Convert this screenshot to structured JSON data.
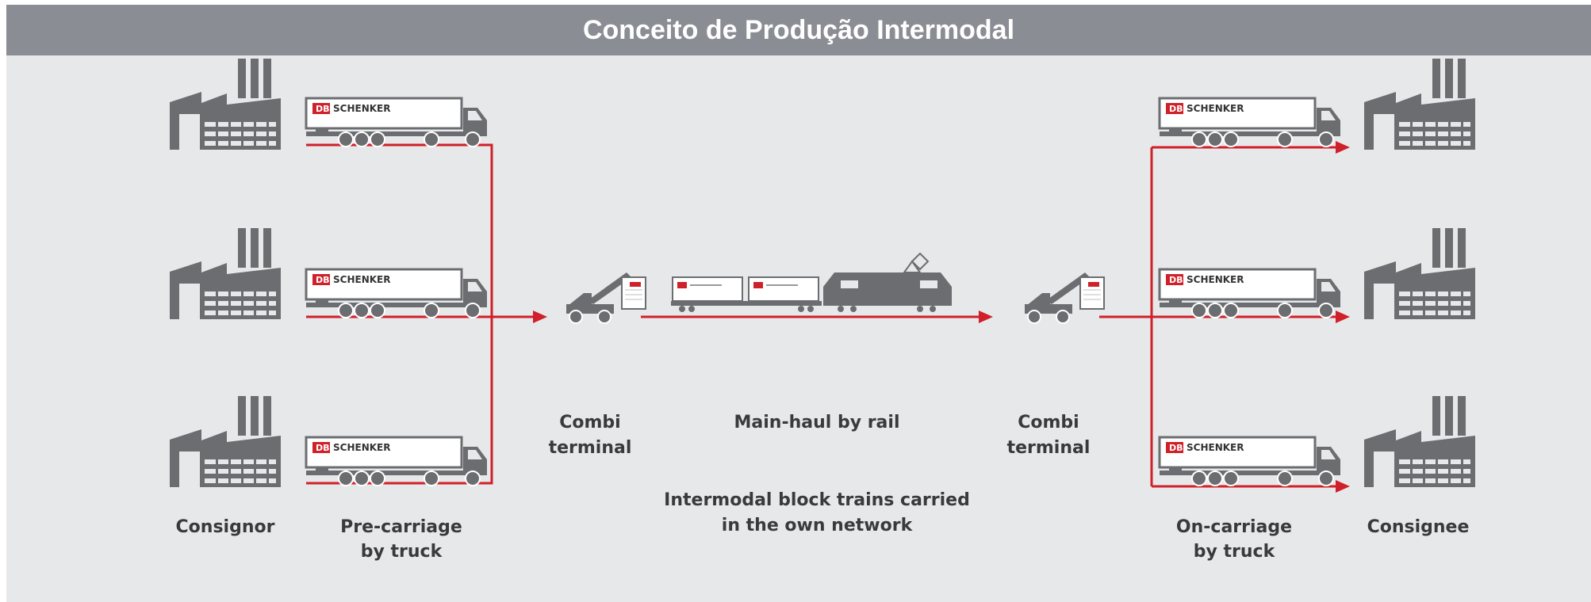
{
  "header": {
    "title": "Conceito de Produção Intermodal"
  },
  "brand": {
    "logo_db": "DB",
    "logo_name": "SCHENKER"
  },
  "labels": {
    "consignor": "Consignor",
    "pre_carriage": [
      "Pre-carriage",
      "by truck"
    ],
    "combi_terminal_left": [
      "Combi",
      "terminal"
    ],
    "main_haul": "Main-haul by rail",
    "block_trains": [
      "Intermodal block trains carried",
      "in the own network"
    ],
    "combi_terminal_right": [
      "Combi",
      "terminal"
    ],
    "on_carriage": [
      "On-carriage",
      "by truck"
    ],
    "consignee": "Consignee"
  },
  "colors": {
    "header_bg": "#8a8d93",
    "panel_bg": "#e7e8ea",
    "icon_gray": "#6b6d70",
    "route_red": "#d0202a",
    "brand_red": "#d0202a"
  },
  "icons": {
    "factory": "factory-icon",
    "truck": "truck-icon",
    "crane": "reach-stacker-icon",
    "train": "locomotive-icon"
  }
}
